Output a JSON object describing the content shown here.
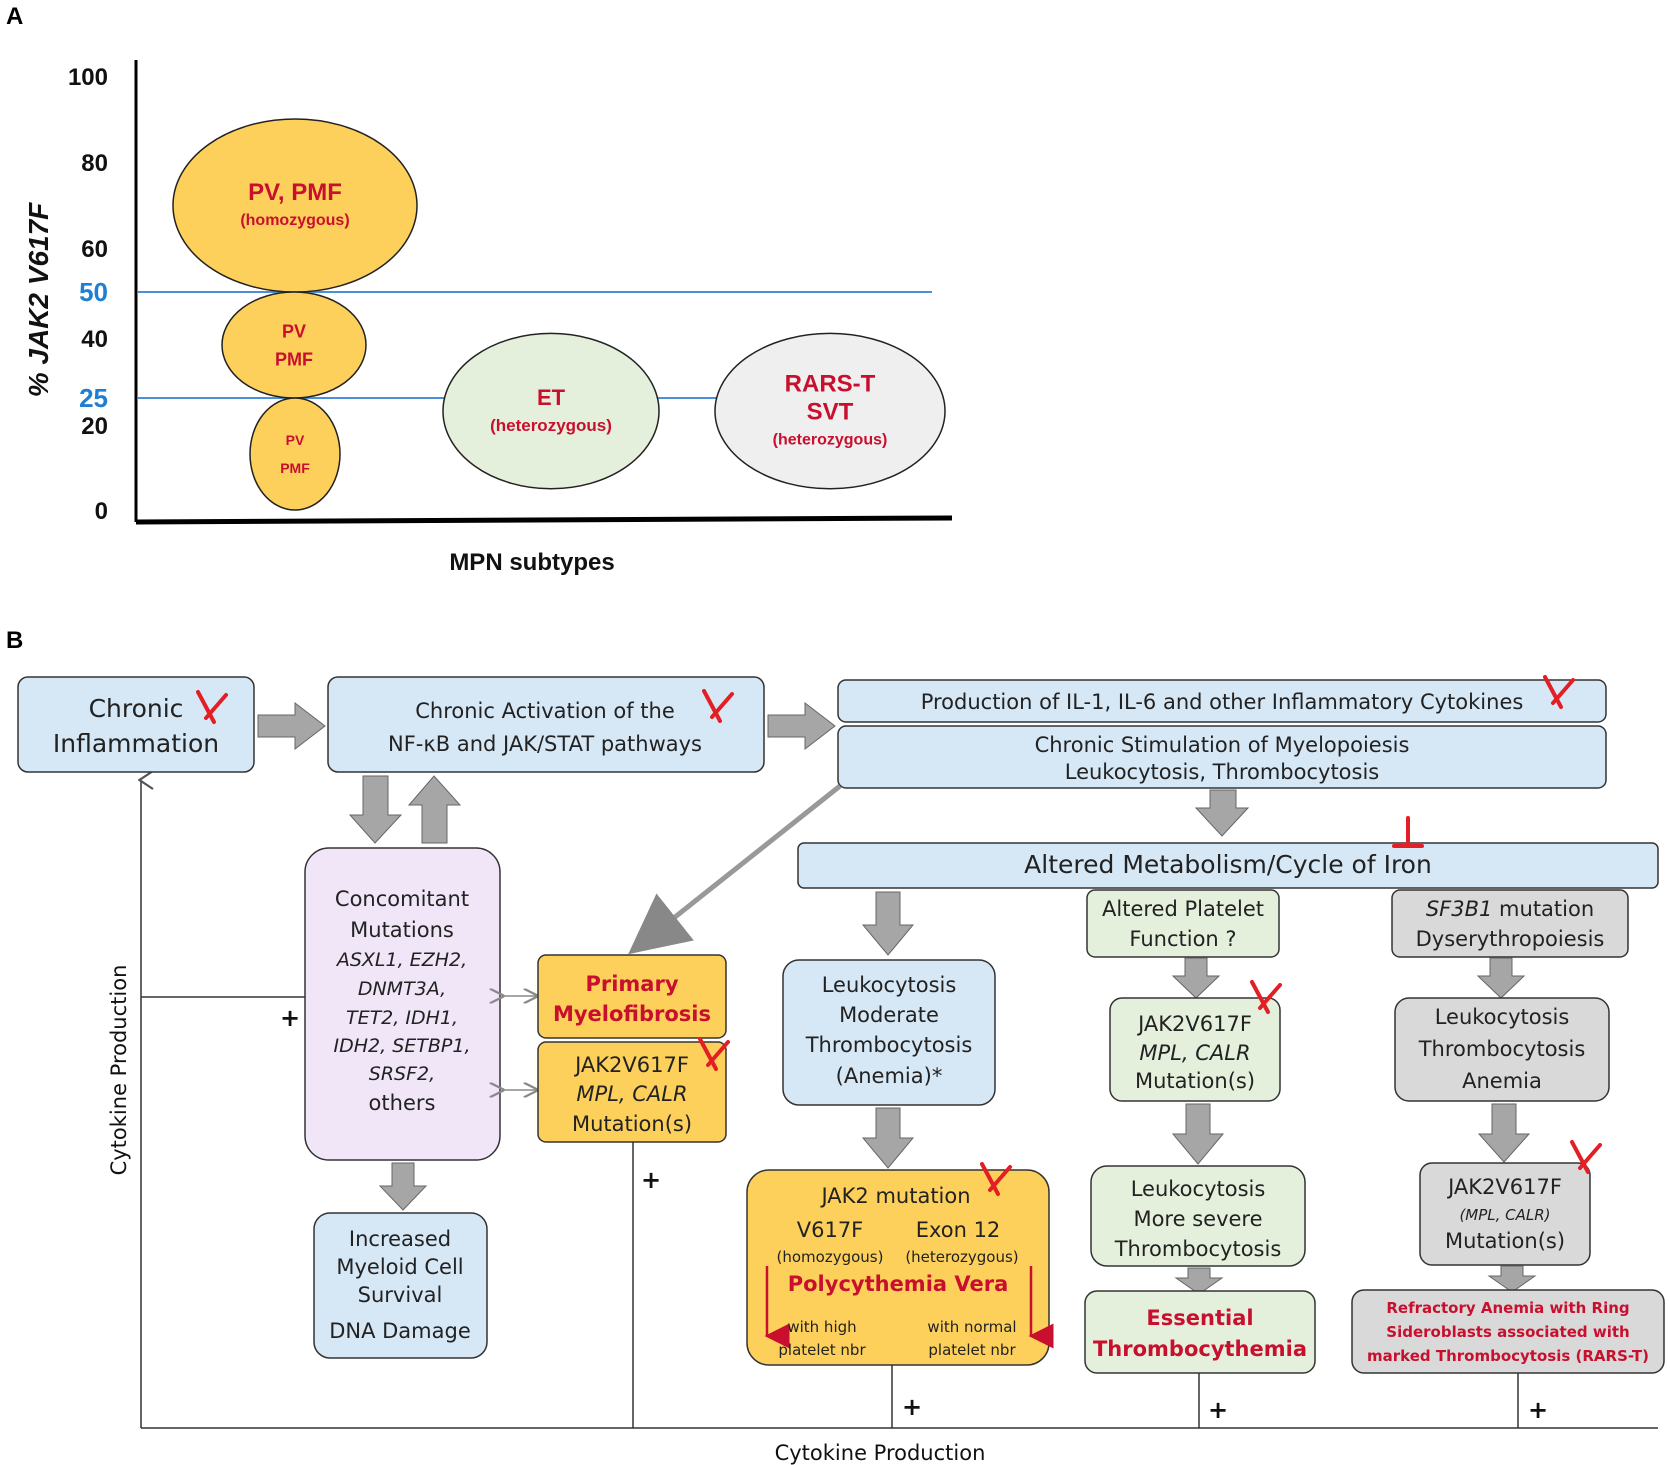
{
  "panel_a": {
    "label": "A",
    "y_axis_label": "% JAK2 V617F",
    "x_axis_label": "MPN subtypes",
    "chart_data": {
      "type": "scatter",
      "ylim": [
        0,
        100
      ],
      "y_ticks": [
        "0",
        "20",
        "25",
        "40",
        "50",
        "60",
        "80",
        "100"
      ],
      "reference_lines": [
        50,
        25
      ],
      "bubbles": [
        {
          "main": "PV, PMF",
          "sub": "(homozygous)",
          "y_center": 70,
          "y_range": [
            50,
            90
          ],
          "fill": "#fdd05b"
        },
        {
          "main": "PV",
          "main2": "PMF",
          "y_center": 37.5,
          "y_range": [
            25,
            50
          ],
          "fill": "#fdd05b"
        },
        {
          "main": "PV",
          "main2": "PMF",
          "y_center": 12.5,
          "y_range": [
            0,
            25
          ],
          "fill": "#fdd05b"
        },
        {
          "main": "ET",
          "sub": "(heterozygous)",
          "y_center": 23,
          "y_range": [
            5,
            41
          ],
          "fill": "#e4f0dc"
        },
        {
          "main": "RARS-T",
          "main2": "SVT",
          "sub": "(heterozygous)",
          "y_center": 23,
          "y_range": [
            5,
            41
          ],
          "fill": "#efefef"
        }
      ]
    }
  },
  "panel_b": {
    "label": "B",
    "left_axis_label": "Cytokine Production",
    "bottom_axis_label": "Cytokine Production",
    "plus": "+",
    "boxes": {
      "chronic_inflammation": [
        "Chronic",
        "Inflammation"
      ],
      "chronic_activation": [
        "Chronic Activation of the",
        "NF-κB and JAK/STAT pathways"
      ],
      "production_cytokines": "Production of IL-1, IL-6 and other Inflammatory Cytokines",
      "chronic_stimulation": [
        "Chronic Stimulation of Myelopoiesis",
        "Leukocytosis, Thrombocytosis"
      ],
      "altered_metabolism": "Altered Metabolism/Cycle of Iron",
      "concomitant": {
        "title": [
          "Concomitant",
          "Mutations"
        ],
        "genes": [
          "ASXL1, EZH2,",
          "DNMT3A,",
          "TET2, IDH1,",
          "IDH2, SETBP1,",
          "SRSF2,"
        ],
        "others": "others"
      },
      "increased_survival": [
        "Increased",
        "Myeloid Cell",
        "Survival",
        "DNA Damage"
      ],
      "primary_myelofibrosis": [
        "Primary",
        "Myelofibrosis"
      ],
      "pmf_mutations": [
        "JAK2V617F",
        "MPL, CALR",
        "Mutation(s)"
      ],
      "leuko_moderate": [
        "Leukocytosis",
        "Moderate",
        "Thrombocytosis",
        "(Anemia)*"
      ],
      "jak2_pv": {
        "title": "JAK2 mutation",
        "col1": "V617F",
        "col1_sub": "(homozygous)",
        "col2": "Exon 12",
        "col2_sub": "(heterozygous)",
        "disease": "Polycythemia Vera",
        "left_note": [
          "with high",
          "platelet nbr"
        ],
        "right_note": [
          "with normal",
          "platelet nbr"
        ]
      },
      "altered_platelet": [
        "Altered Platelet",
        "Function ?"
      ],
      "et_mutations": [
        "JAK2V617F",
        "MPL, CALR",
        "Mutation(s)"
      ],
      "leuko_severe": [
        "Leukocytosis",
        "More severe",
        "Thrombocytosis"
      ],
      "essential_thrombocythemia": [
        "Essential",
        "Thrombocythemia"
      ],
      "sf3b1": [
        "SF3B1 mutation",
        "Dyserythropoiesis"
      ],
      "leuko_anemia": [
        "Leukocytosis",
        "Thrombocytosis",
        "Anemia"
      ],
      "rars_mutations": [
        "JAK2V617F",
        "(MPL, CALR)",
        "Mutation(s)"
      ],
      "rars_t": [
        "Refractory Anemia with Ring",
        "Sideroblasts associated with",
        "marked Thrombocytosis (RARS-T)"
      ]
    },
    "colors": {
      "blue_box": "#d6e7f5",
      "purple_box": "#f0e6f8",
      "yellow_box": "#fdd05b",
      "green_box": "#e4f0dc",
      "gray_box": "#d9d9d9",
      "red": "#c8102e",
      "arrow_gray": "#a6a6a6"
    }
  }
}
